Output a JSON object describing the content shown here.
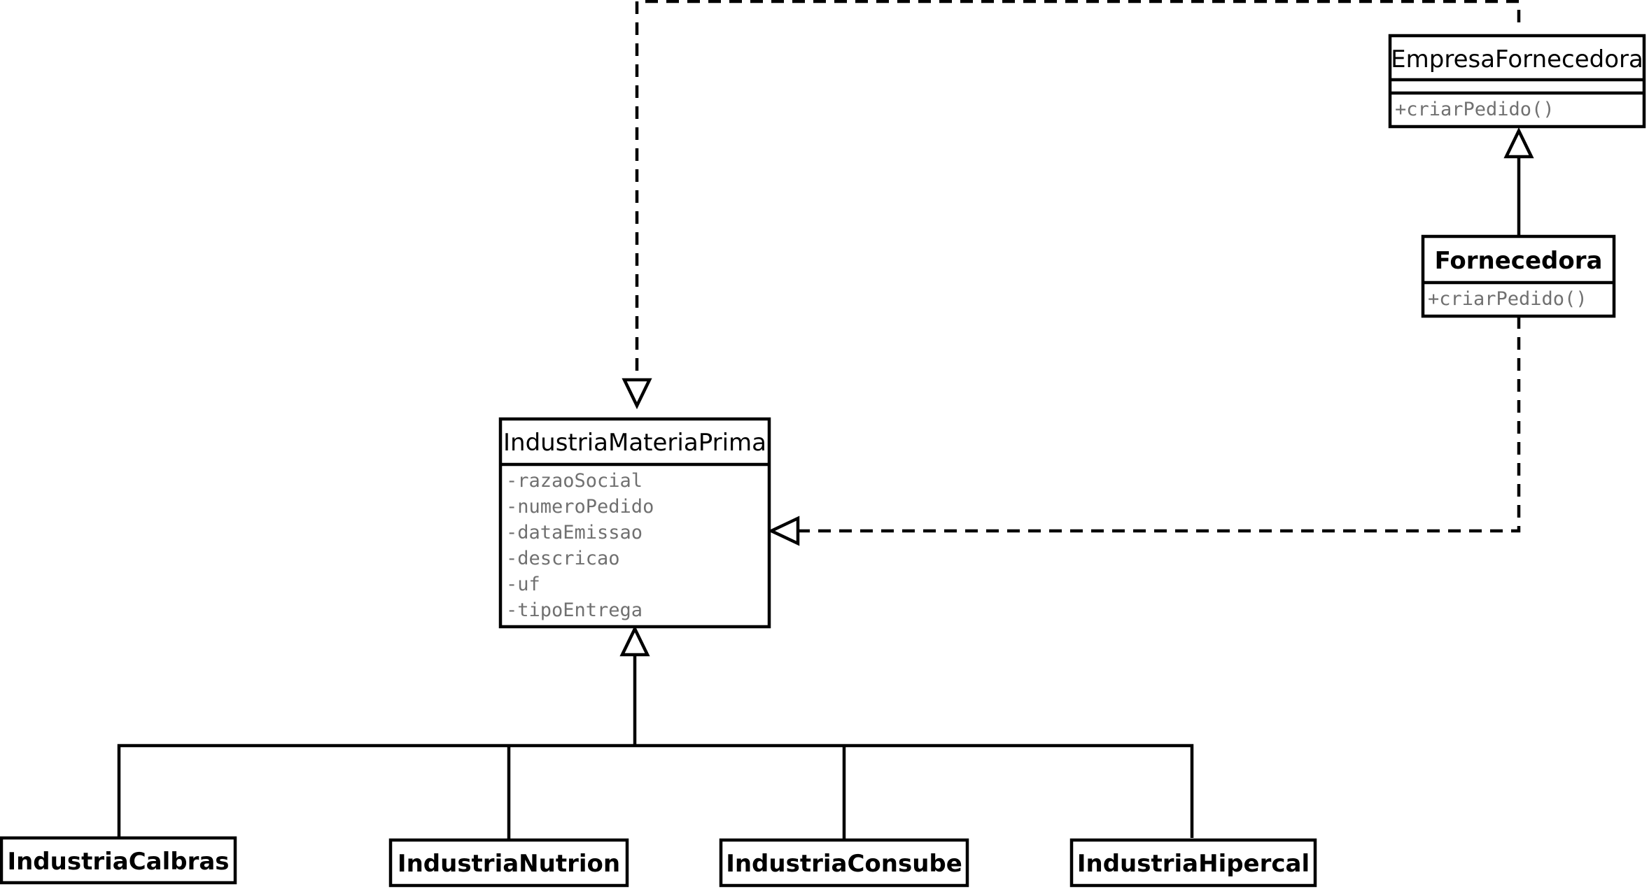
{
  "diagram": {
    "classes": {
      "empresa_fornecedora": {
        "name": "EmpresaFornecedora",
        "attributes": [],
        "operations": [
          "+criarPedido()"
        ]
      },
      "fornecedora": {
        "name": "Fornecedora",
        "operations": [
          "+criarPedido()"
        ]
      },
      "industria_materia_prima": {
        "name": "IndustriaMateriaPrima",
        "attributes": [
          "-razaoSocial",
          "-numeroPedido",
          "-dataEmissao",
          "-descricao",
          "-uf",
          "-tipoEntrega"
        ]
      },
      "industria_calbras": {
        "name": "IndustriaCalbras"
      },
      "industria_nutrion": {
        "name": "IndustriaNutrion"
      },
      "industria_consube": {
        "name": "IndustriaConsube"
      },
      "industria_hipercal": {
        "name": "IndustriaHipercal"
      }
    },
    "relationships": [
      {
        "from": "Fornecedora",
        "to": "EmpresaFornecedora",
        "kind": "generalization",
        "line": "solid"
      },
      {
        "from": "Fornecedora",
        "to": "IndustriaMateriaPrima",
        "kind": "realization",
        "line": "dashed"
      },
      {
        "from": "EmpresaFornecedora",
        "to": "IndustriaMateriaPrima",
        "kind": "realization",
        "line": "dashed"
      },
      {
        "from": "IndustriaCalbras",
        "to": "IndustriaMateriaPrima",
        "kind": "generalization",
        "line": "solid"
      },
      {
        "from": "IndustriaNutrion",
        "to": "IndustriaMateriaPrima",
        "kind": "generalization",
        "line": "solid"
      },
      {
        "from": "IndustriaConsube",
        "to": "IndustriaMateriaPrima",
        "kind": "generalization",
        "line": "solid"
      },
      {
        "from": "IndustriaHipercal",
        "to": "IndustriaMateriaPrima",
        "kind": "generalization",
        "line": "solid"
      }
    ]
  }
}
